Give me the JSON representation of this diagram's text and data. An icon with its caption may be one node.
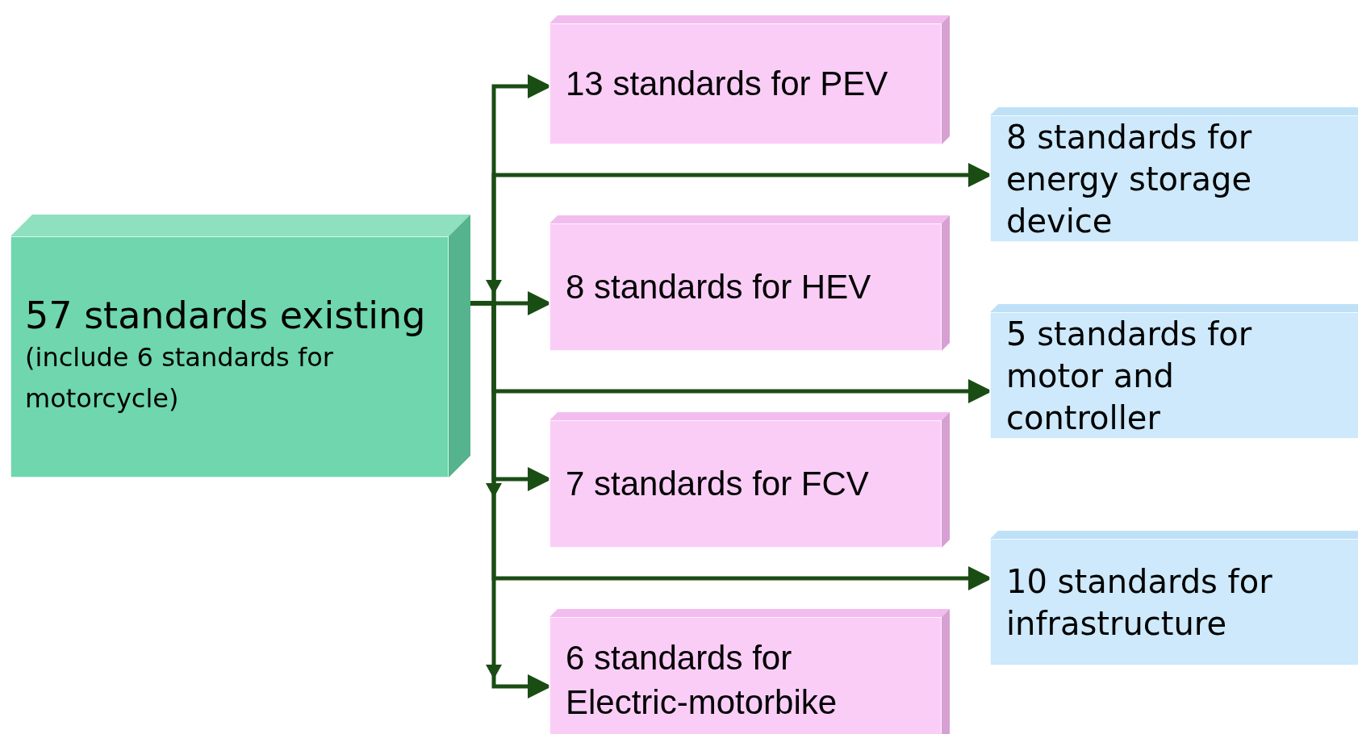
{
  "diagram": {
    "nodes": [
      {
        "text": [
          "57 standards existing",
          "(include 6 standards for motorcycle)"
        ]
      },
      {
        "text": [
          "13 standards for PEV"
        ]
      },
      {
        "text": [
          "8 standards for energy storage device"
        ]
      },
      {
        "text": [
          "8 standards for HEV"
        ]
      },
      {
        "text": [
          "5 standards for motor and controller"
        ]
      },
      {
        "text": [
          "7 standards for FCV"
        ]
      },
      {
        "text": [
          "10 standards for infrastructure"
        ]
      },
      {
        "text": [
          "6 standards for Electric-motorbike"
        ]
      }
    ],
    "edges": [
      {
        "from": 0,
        "to": 1,
        "arrow": "to"
      },
      {
        "from": 0,
        "to": 2,
        "arrow": "to"
      },
      {
        "from": 0,
        "to": 3,
        "arrow": "to"
      },
      {
        "from": 0,
        "to": 4,
        "arrow": "to"
      },
      {
        "from": 0,
        "to": 5,
        "arrow": "to"
      },
      {
        "from": 0,
        "to": 6,
        "arrow": "to"
      },
      {
        "from": 0,
        "to": 7,
        "arrow": "to"
      }
    ]
  }
}
